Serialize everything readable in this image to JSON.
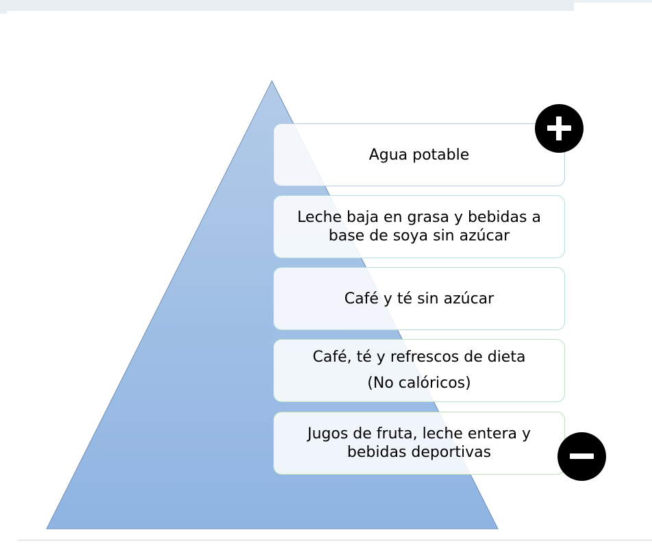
{
  "diagram": {
    "type": "pyramid-list",
    "colors": {
      "pyramid_top": "#b3cbe8",
      "pyramid_bottom": "#8fb4e2",
      "badge": "#000000"
    },
    "badges": {
      "top": "plus-icon",
      "bottom": "minus-icon"
    },
    "levels": [
      {
        "lines": [
          "Agua potable"
        ]
      },
      {
        "lines": [
          "Leche baja en grasa y bebidas a",
          "base de soya sin azúcar"
        ]
      },
      {
        "lines": [
          "Café y té sin azúcar"
        ]
      },
      {
        "lines": [
          "Café, té y refrescos de dieta",
          "(No calóricos)"
        ]
      },
      {
        "lines": [
          "Jugos de fruta, leche entera y",
          "bebidas deportivas"
        ]
      }
    ]
  }
}
